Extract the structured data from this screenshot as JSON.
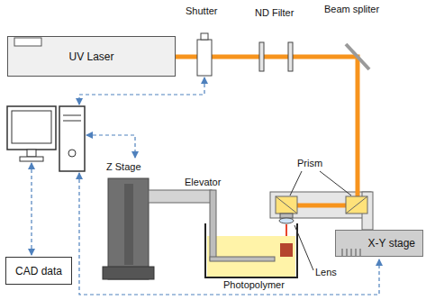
{
  "diagram": {
    "nodes": [
      {
        "text": [
          "UV Laser"
        ]
      },
      {
        "text": [
          "X-Y stage"
        ]
      },
      {
        "text": [
          "CAD data"
        ]
      }
    ],
    "labels": [
      "Shutter",
      "ND Filter",
      "Beam spliter",
      "Prism",
      "Z Stage",
      "Elevator",
      "Lens",
      "Photopolymer"
    ]
  }
}
